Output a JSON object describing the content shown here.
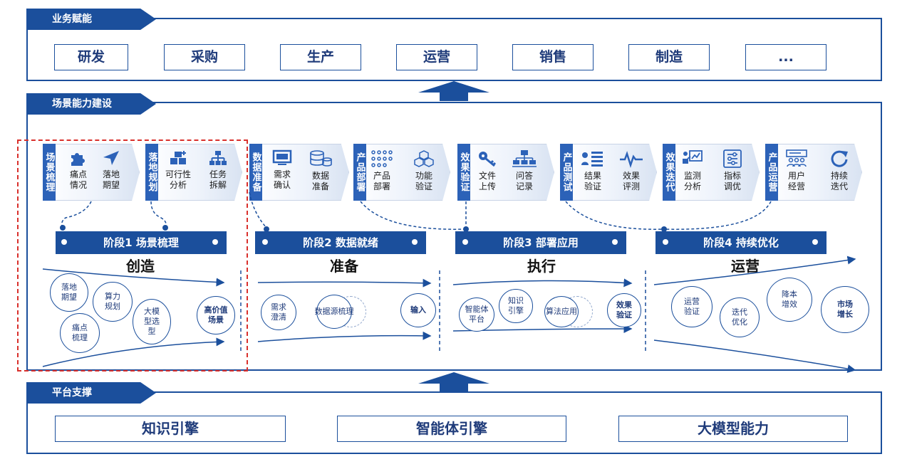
{
  "business": {
    "title": "业务赋能",
    "items": [
      "研发",
      "采购",
      "生产",
      "运营",
      "销售",
      "制造",
      "..."
    ]
  },
  "scene": {
    "title": "场景能力建设",
    "cards": [
      {
        "label": "场景梳理",
        "items": [
          {
            "icon": "puzzle-icon",
            "text": "痛点\n情况"
          },
          {
            "icon": "navigation-arrow-icon",
            "text": "落地\n期望"
          }
        ]
      },
      {
        "label": "落地规划",
        "items": [
          {
            "icon": "gold-bars-icon",
            "text": "可行性\n分析"
          },
          {
            "icon": "org-chart-icon",
            "text": "任务\n拆解"
          }
        ]
      },
      {
        "label": "数据准备",
        "items": [
          {
            "icon": "monitor-icon",
            "text": "需求\n确认"
          },
          {
            "icon": "database-icon",
            "text": "数据\n准备"
          }
        ]
      },
      {
        "label": "产品部署",
        "items": [
          {
            "icon": "dot-grid-icon",
            "text": "产品\n部署"
          },
          {
            "icon": "cubes-icon",
            "text": "功能\n验证"
          }
        ]
      },
      {
        "label": "效果验证",
        "items": [
          {
            "icon": "key-icon",
            "text": "文件\n上传"
          },
          {
            "icon": "network-computers-icon",
            "text": "问答\n记录"
          }
        ]
      },
      {
        "label": "产品测试",
        "items": [
          {
            "icon": "list-icon",
            "text": "结果\n验证"
          },
          {
            "icon": "pulse-icon",
            "text": "效果\n评测"
          }
        ]
      },
      {
        "label": "效果迭代",
        "items": [
          {
            "icon": "presentation-chart-icon",
            "text": "监测\n分析"
          },
          {
            "icon": "sliders-icon",
            "text": "指标\n调优"
          }
        ]
      },
      {
        "label": "产品运营",
        "items": [
          {
            "icon": "users-board-icon",
            "text": "用户\n经营"
          },
          {
            "icon": "refresh-icon",
            "text": "持续\n迭代"
          }
        ]
      }
    ],
    "stages": [
      "阶段1 场景梳理",
      "阶段2 数据就绪",
      "阶段3 部署应用",
      "阶段4 持续优化"
    ],
    "phases": [
      "创造",
      "准备",
      "执行",
      "运营"
    ],
    "circles": {
      "p1": [
        "落地\n期望",
        "算力\n规划",
        "痛点\n梳理",
        "大模\n型选\n型",
        "高价值\n场景"
      ],
      "p2": [
        "需求\n澄清",
        "数据源梳理",
        "输入"
      ],
      "p3": [
        "智能体\n平台",
        "知识\n引擎",
        "算法应用",
        "效果\n验证"
      ],
      "p4": [
        "运营\n验证",
        "迭代\n优化",
        "降本\n增效",
        "市场\n增长"
      ]
    }
  },
  "platform": {
    "title": "平台支撑",
    "items": [
      "知识引擎",
      "智能体引擎",
      "大模型能力"
    ]
  },
  "colors": {
    "primary": "#1b4f9c",
    "highlight": "#d9302c",
    "card_label": "#2c62b8"
  }
}
